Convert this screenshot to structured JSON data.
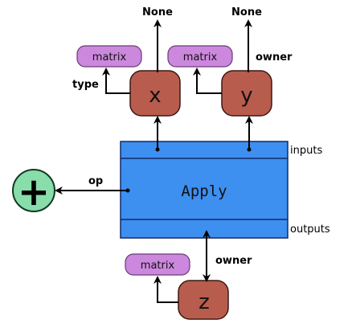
{
  "diagram": {
    "apply": {
      "title": "Apply",
      "inputs_label": "inputs",
      "outputs_label": "outputs"
    },
    "op": {
      "edge_label": "op",
      "symbol": "+"
    },
    "variables": [
      {
        "id": "x",
        "label": "x",
        "type_label": "matrix",
        "type_edge_label": "type",
        "owner_label": "None"
      },
      {
        "id": "y",
        "label": "y",
        "type_label": "matrix",
        "owner_edge_label": "owner",
        "owner_label": "None"
      },
      {
        "id": "z",
        "label": "z",
        "type_label": "matrix",
        "owner_edge_label": "owner"
      }
    ],
    "colors": {
      "apply_fill": "#3d8ff0",
      "apply_stroke": "#102a66",
      "variable_fill": "#b85c4e",
      "variable_stroke": "#3a1812",
      "type_fill": "#cc88dd",
      "type_stroke": "#6a3b78",
      "op_fill": "#88ddaa",
      "op_stroke": "#123a22"
    }
  }
}
